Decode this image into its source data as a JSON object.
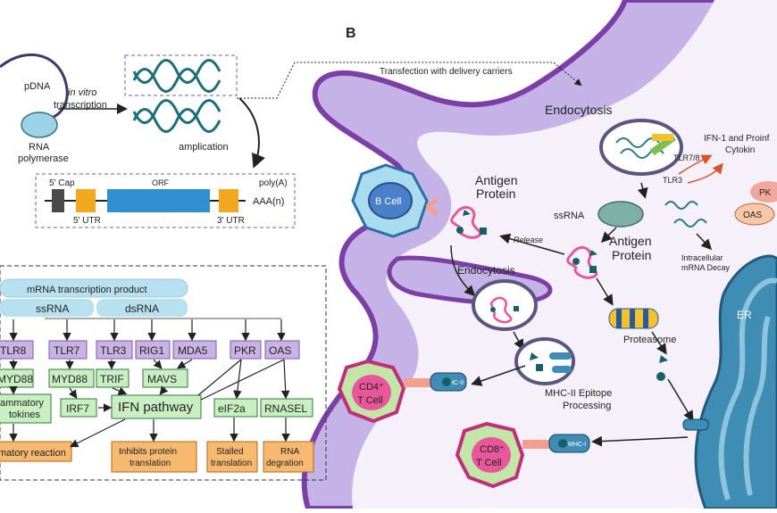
{
  "panel_b_label": "B",
  "panel_a": {
    "pdna": "pDNA",
    "in_vitro": "in vitro",
    "transcription": "transcription",
    "rna_polymerase_1": "RNA",
    "rna_polymerase_2": "polymerase",
    "amplification": "amplication",
    "cap": "5' Cap",
    "orf": "ORF",
    "polya": "poly(A)",
    "utr5": "5' UTR",
    "utr3": "3' UTR",
    "tail": "AAA(n)"
  },
  "pathway": {
    "title": "mRNA transcription product",
    "ssrna": "ssRNA",
    "dsrna": "dsRNA",
    "receptors": [
      "TLR8",
      "TLR7",
      "TLR3",
      "RIG1",
      "MDA5",
      "PKR",
      "OAS"
    ],
    "adaptors": [
      "MYD88",
      "MYD88",
      "TRIF",
      "MAVS"
    ],
    "cytokines_1": "ammatory",
    "cytokines_2": "tokines",
    "irf7": "IRF7",
    "ifn": "IFN pathway",
    "eif2a": "eIF2a",
    "rnasel": "RNASEL",
    "out_inflam": "matory reaction",
    "out_inhibit_1": "Inhibits protein",
    "out_inhibit_2": "translation",
    "out_stalled_1": "Stalled",
    "out_stalled_2": "translation",
    "out_rna_1": "RNA",
    "out_rna_2": "degration"
  },
  "cell": {
    "transfection": "Transfection with delivery carriers",
    "endocytosis_top": "Endocytosis",
    "ifn_1": "IFN-1 and Proinf",
    "ifn_2": "Cytokin",
    "tlr78": "TLR7/8",
    "tlr3": "TLR3",
    "ssrna": "ssRNA",
    "antigen_1": "Antigen",
    "antigen_2": "Protein",
    "antigen_mid_1": "Antigen",
    "antigen_mid_2": "Protein",
    "release": "Release",
    "b_cell": "B Cell",
    "endocytosis_mid": "Endocytosis",
    "intracellular_1": "Intracellular",
    "intracellular_2": "mRNA Decay",
    "proteasome": "Proteasome",
    "er": "ER",
    "mhc2_1": "MHC-II Epitope",
    "mhc2_2": "Processing",
    "cd4_1": "CD4⁺",
    "cd4_2": "T Cell",
    "cd8_1": "CD8⁺",
    "cd8_2": "T Cell",
    "mhc2_tag": "MHC-II",
    "mhc1_tag": "MHC-I",
    "pk": "PK",
    "oas": "OAS"
  },
  "colors": {
    "membrane": "#7b3fa6",
    "cytoplasm": "#c5b2e6",
    "interior": "#f6f0fb",
    "pathway_blue": "#b8e1ef",
    "receptor_purple": "#c9b3e3",
    "adaptor_green": "#c9eec2",
    "outcome_orange": "#f7b870",
    "er_blue": "#3f8cb5"
  }
}
